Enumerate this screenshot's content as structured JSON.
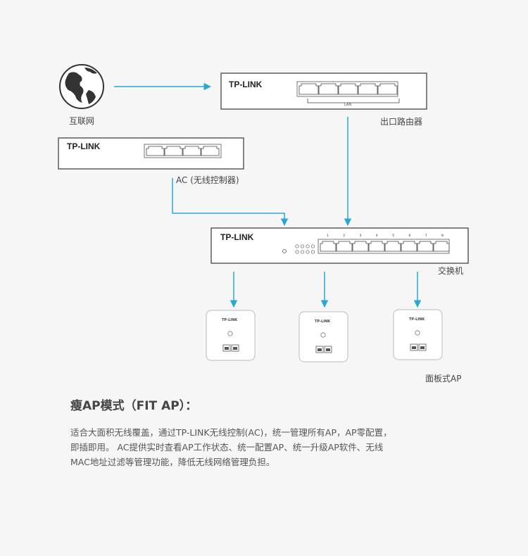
{
  "nodes": {
    "internet": {
      "label": "互联网"
    },
    "router": {
      "label": "出口路由器",
      "brand": "TP-LINK",
      "port_label": "LAN"
    },
    "ac": {
      "label": "AC (无线控制器)",
      "brand": "TP-LINK"
    },
    "switch": {
      "label": "交换机",
      "brand": "TP-LINK",
      "port_numbers": [
        "1",
        "2",
        "3",
        "4",
        "5",
        "6",
        "7",
        "8"
      ]
    },
    "ap": {
      "label": "面板式AP",
      "brand": "TP-LINK"
    }
  },
  "heading": "瘦AP模式（FIT AP）：",
  "description": [
    "适合大面积无线覆盖，通过TP-LINK无线控制(AC)，统一管理所有AP，AP零配置，",
    "即插即用。      AC提供实时查看AP工作状态、统一配置AP、统一升级AP软件、无线",
    "MAC地址过滤等管理功能，降低无线网络管理负担。"
  ],
  "colors": {
    "connector": "#2aa8d4",
    "device_border": "#444444",
    "background": "#f6f6f6"
  }
}
